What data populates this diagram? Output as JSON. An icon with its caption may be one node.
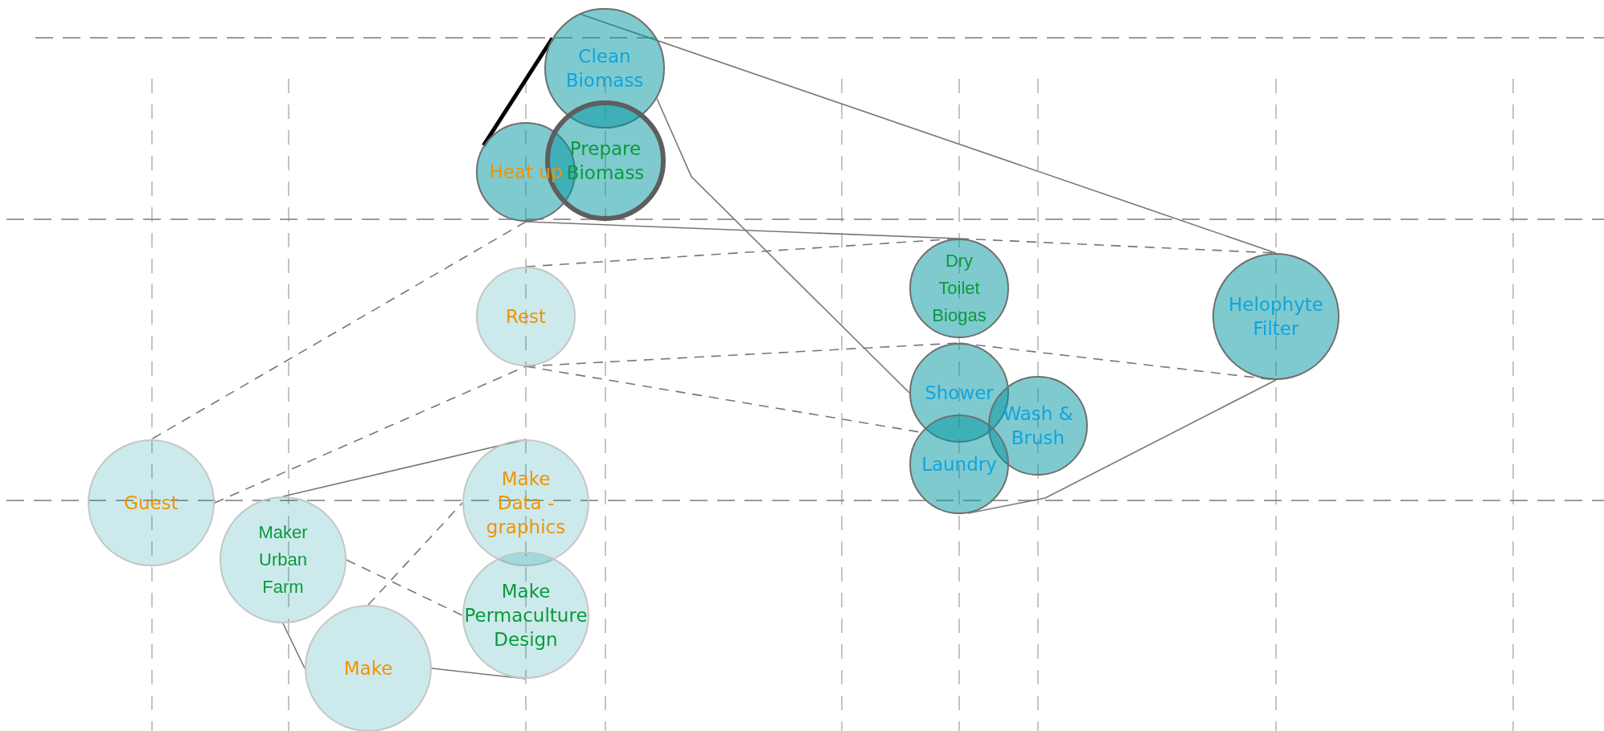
{
  "diagram": {
    "nodes": [
      {
        "text": [
          "Clean Biomass"
        ]
      },
      {
        "text": [
          "Heat up"
        ]
      },
      {
        "text": [
          "Prepare Biomass"
        ]
      },
      {
        "text": [
          "Dry Toilet Biogas"
        ]
      },
      {
        "text": [
          "Helophyte Filter"
        ]
      },
      {
        "text": [
          "Rest"
        ]
      },
      {
        "text": [
          "Shower"
        ]
      },
      {
        "text": [
          "Wash & Brush"
        ]
      },
      {
        "text": [
          "Laundry"
        ]
      },
      {
        "text": [
          "Guest"
        ]
      },
      {
        "text": [
          "Make Data -graphics"
        ]
      },
      {
        "text": [
          "Maker Urban Farm"
        ]
      },
      {
        "text": [
          "Make Permaculture Design"
        ]
      },
      {
        "text": [
          "Make"
        ]
      }
    ],
    "edges": [
      {
        "from": 1,
        "to": 0,
        "arrow": "none",
        "style": "thick",
        "color": "#000000"
      },
      {
        "from": 0,
        "to": 4,
        "arrow": "none"
      },
      {
        "from": 0,
        "to": 6,
        "arrow": "none"
      },
      {
        "from": 1,
        "to": 3,
        "arrow": "none"
      },
      {
        "from": 1,
        "to": 9,
        "arrow": "none",
        "style": "dashed"
      },
      {
        "from": 5,
        "to": 3,
        "arrow": "none",
        "style": "dashed"
      },
      {
        "from": 3,
        "to": 4,
        "arrow": "none",
        "style": "dashed"
      },
      {
        "from": 5,
        "to": 6,
        "arrow": "none",
        "style": "dashed"
      },
      {
        "from": 6,
        "to": 4,
        "arrow": "none",
        "style": "dashed"
      },
      {
        "from": 5,
        "to": 8,
        "arrow": "none",
        "style": "dashed"
      },
      {
        "from": 9,
        "to": 5,
        "arrow": "none",
        "style": "dashed"
      },
      {
        "from": 8,
        "to": 4,
        "arrow": "none"
      },
      {
        "from": 11,
        "to": 10,
        "arrow": "none"
      },
      {
        "from": 11,
        "to": 12,
        "arrow": "none",
        "style": "dashed"
      },
      {
        "from": 11,
        "to": 13,
        "arrow": "none"
      },
      {
        "from": 13,
        "to": 10,
        "arrow": "none",
        "style": "dashed"
      },
      {
        "from": 13,
        "to": 12,
        "arrow": "none"
      }
    ]
  }
}
